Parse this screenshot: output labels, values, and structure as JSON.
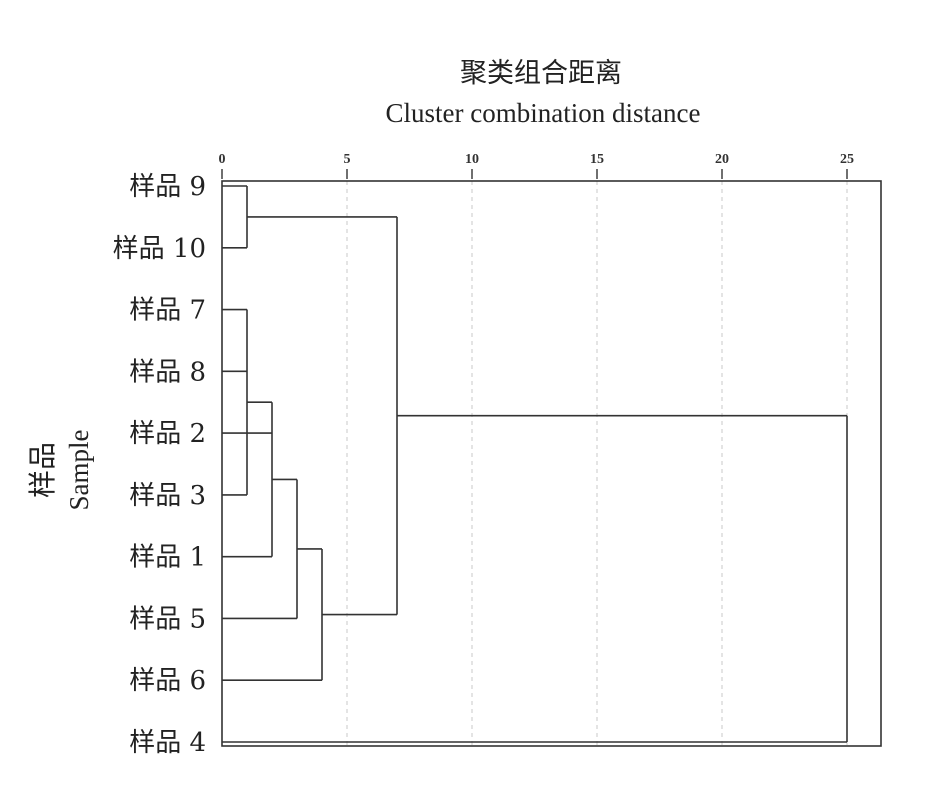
{
  "chart_data": {
    "type": "dendrogram",
    "title": "聚类组合距离",
    "subtitle": "Cluster combination distance",
    "ylabel_cn": "样品",
    "ylabel_en": "Sample",
    "xlim": [
      0,
      25
    ],
    "xticks": [
      0,
      5,
      10,
      15,
      20,
      25
    ],
    "grid": true,
    "leaves": [
      {
        "id": "9",
        "label": "样品 9"
      },
      {
        "id": "10",
        "label": "样品 10"
      },
      {
        "id": "7",
        "label": "样品 7"
      },
      {
        "id": "8",
        "label": "样品 8"
      },
      {
        "id": "2",
        "label": "样品 2"
      },
      {
        "id": "3",
        "label": "样品 3"
      },
      {
        "id": "1",
        "label": "样品 1"
      },
      {
        "id": "5",
        "label": "样品 5"
      },
      {
        "id": "6",
        "label": "样品 6"
      },
      {
        "id": "4",
        "label": "样品 4"
      }
    ],
    "merges": [
      {
        "id": "c1",
        "children": [
          "9",
          "10"
        ],
        "distance": 1
      },
      {
        "id": "c2",
        "children": [
          "7",
          "8",
          "3"
        ],
        "distance": 1
      },
      {
        "id": "c3",
        "children": [
          "2",
          "c2",
          "1"
        ],
        "distance": 2
      },
      {
        "id": "c4",
        "children": [
          "c3",
          "5"
        ],
        "distance": 3
      },
      {
        "id": "c5",
        "children": [
          "c4",
          "6"
        ],
        "distance": 4
      },
      {
        "id": "c6",
        "children": [
          "c1",
          "c5"
        ],
        "distance": 7
      },
      {
        "id": "c7",
        "children": [
          "c6",
          "4"
        ],
        "distance": 25
      }
    ]
  }
}
